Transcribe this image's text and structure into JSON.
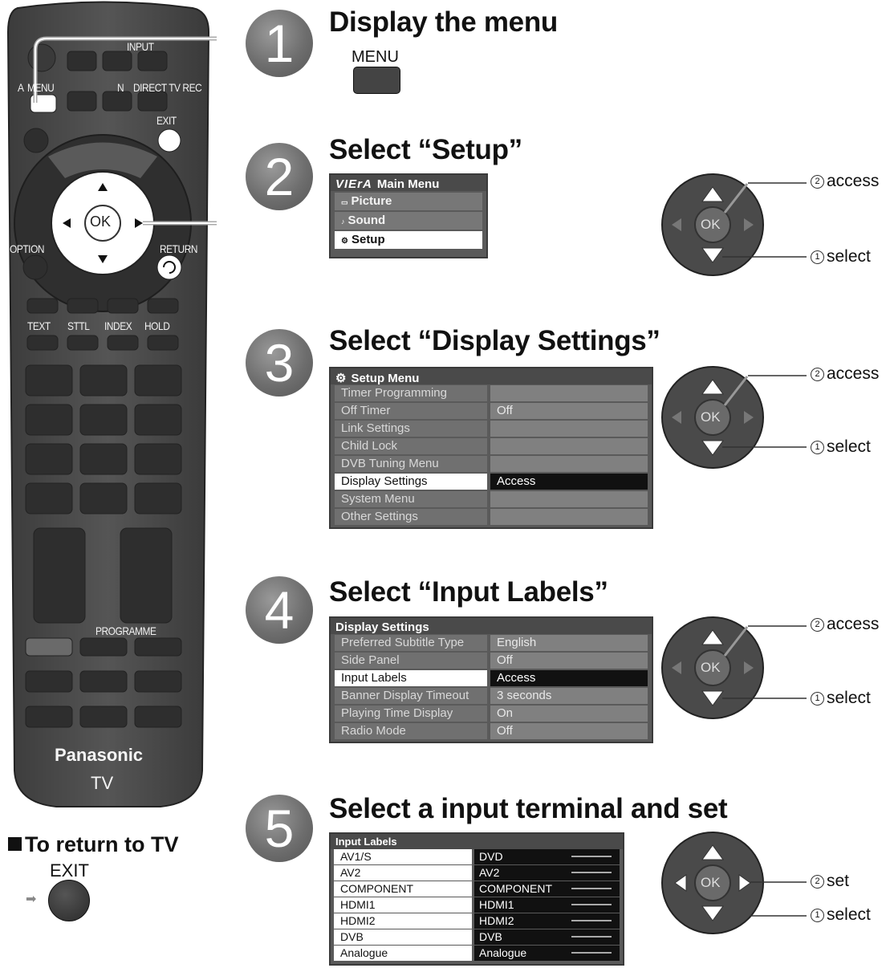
{
  "remote": {
    "buttons_row1": "INPUT",
    "left_labels": [
      "A",
      "MENU"
    ],
    "n_label": "N",
    "direct_tv_rec": "DIRECT TV REC",
    "exit": "EXIT",
    "ok": "OK",
    "option": "OPTION",
    "return": "RETURN",
    "teletext": [
      "TEXT",
      "STTL",
      "INDEX",
      "HOLD"
    ],
    "programme": "PROGRAMME",
    "brand": "Panasonic",
    "model": "TV"
  },
  "return_note": {
    "title": "To return to TV",
    "exit_label": "EXIT"
  },
  "steps": [
    {
      "number": "1",
      "title": "Display the menu",
      "button_label": "MENU"
    },
    {
      "number": "2",
      "title": "Select “Setup”"
    },
    {
      "number": "3",
      "title": "Select “Display Settings”"
    },
    {
      "number": "4",
      "title": "Select “Input Labels”"
    },
    {
      "number": "5",
      "title": "Select a input terminal and set"
    }
  ],
  "main_menu": {
    "logo": "VIErA",
    "title": "Main Menu",
    "items": [
      "Picture",
      "Sound",
      "Setup"
    ]
  },
  "setup_menu": {
    "title": "Setup Menu",
    "rows": [
      {
        "label": "Timer Programming",
        "value": ""
      },
      {
        "label": "Off Timer",
        "value": "Off"
      },
      {
        "label": "Link Settings",
        "value": ""
      },
      {
        "label": "Child Lock",
        "value": ""
      },
      {
        "label": "DVB Tuning Menu",
        "value": ""
      },
      {
        "label": "Display Settings",
        "value": "Access"
      },
      {
        "label": "System Menu",
        "value": ""
      },
      {
        "label": "Other Settings",
        "value": ""
      }
    ]
  },
  "display_settings": {
    "title": "Display Settings",
    "rows": [
      {
        "label": "Preferred Subtitle Type",
        "value": "English"
      },
      {
        "label": "Side Panel",
        "value": "Off"
      },
      {
        "label": "Input Labels",
        "value": "Access"
      },
      {
        "label": "Banner Display Timeout",
        "value": "3 seconds"
      },
      {
        "label": "Playing Time Display",
        "value": "On"
      },
      {
        "label": "Radio Mode",
        "value": "Off"
      }
    ]
  },
  "input_labels": {
    "title": "Input Labels",
    "rows": [
      {
        "input": "AV1/S",
        "label": "DVD"
      },
      {
        "input": "AV2",
        "label": "AV2"
      },
      {
        "input": "COMPONENT",
        "label": "COMPONENT"
      },
      {
        "input": "HDMI1",
        "label": "HDMI1"
      },
      {
        "input": "HDMI2",
        "label": "HDMI2"
      },
      {
        "input": "DVB",
        "label": "DVB"
      },
      {
        "input": "Analogue",
        "label": "Analogue"
      }
    ]
  },
  "pads": {
    "ok": "OK",
    "num1": "1",
    "num2": "2",
    "access": "access",
    "select": "select",
    "set": "set"
  }
}
